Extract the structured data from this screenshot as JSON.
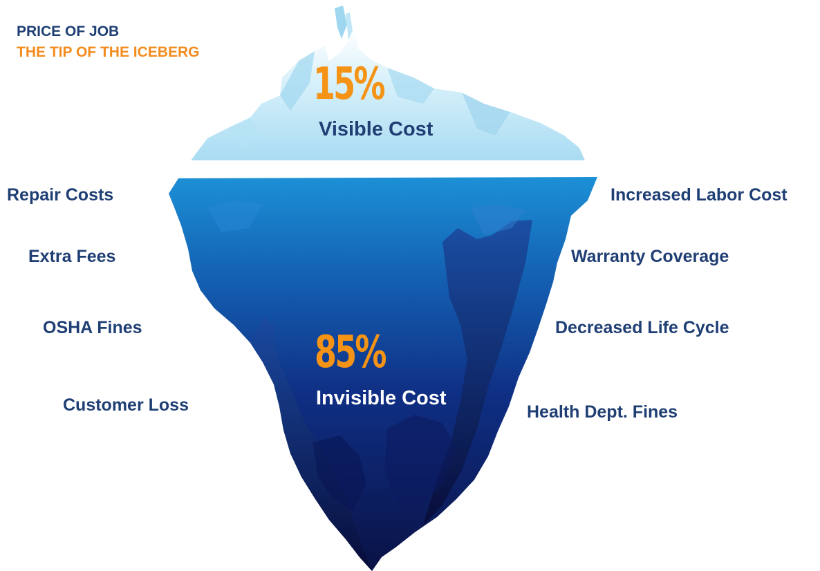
{
  "header": {
    "title": "PRICE OF JOB",
    "subtitle": "THE TIP OF THE ICEBERG"
  },
  "visible": {
    "percent": "15%",
    "label": "Visible Cost"
  },
  "invisible": {
    "percent": "85%",
    "label": "Invisible Cost"
  },
  "left_costs": [
    "Repair Costs",
    "Extra Fees",
    "OSHA Fines",
    "Customer Loss"
  ],
  "right_costs": [
    "Increased Labor Cost",
    "Warranty Coverage",
    "Decreased Life Cycle",
    "Health Dept. Fines"
  ],
  "colors": {
    "title_navy": "#1f3f74",
    "accent_orange": "#f28c1e",
    "ice_light": "#bfe7f7",
    "water_top": "#1a8bd1",
    "water_bottom": "#0b1450"
  }
}
